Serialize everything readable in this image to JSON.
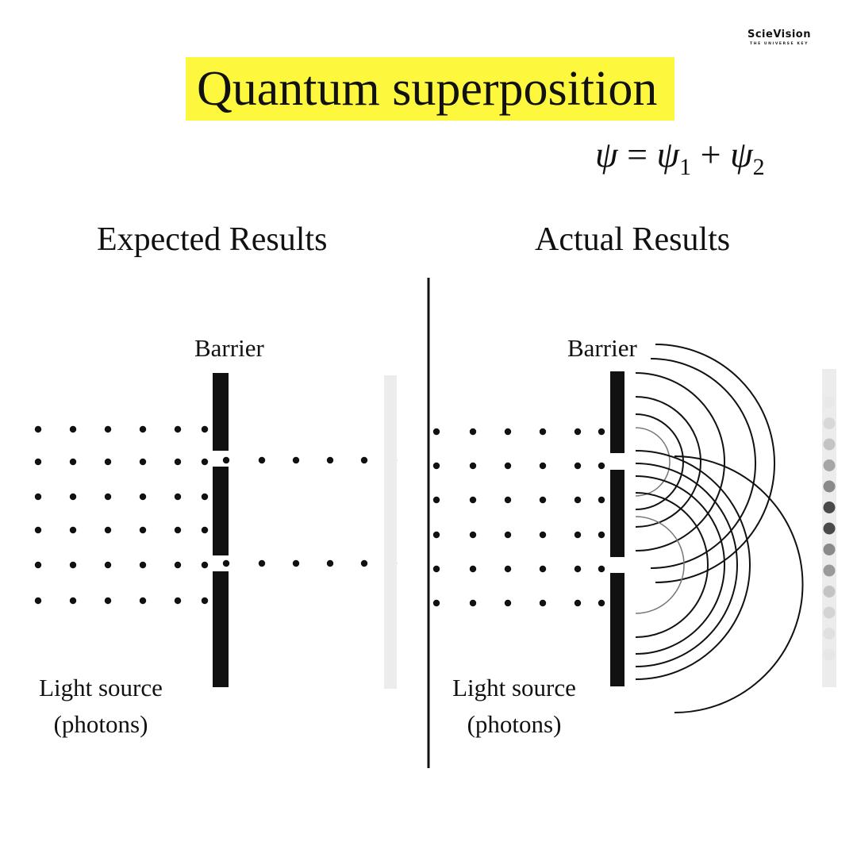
{
  "brand": {
    "name": "ScieVision",
    "tagline": "THE UNIVERSE KEY"
  },
  "title": "Quantum superposition",
  "equation": {
    "lhs": "ψ",
    "eq": "=",
    "term1": "ψ",
    "sub1": "1",
    "plus": "+",
    "term2": "ψ",
    "sub2": "2"
  },
  "expected": {
    "heading": "Expected Results",
    "barrier_label": "Barrier",
    "source_line1": "Light source",
    "source_line2": "(photons)"
  },
  "actual": {
    "heading": "Actual Results",
    "barrier_label": "Barrier",
    "source_line1": "Light source",
    "source_line2": "(photons)"
  },
  "colors": {
    "highlight": "#fdf83d",
    "ink": "#111111",
    "screen": "#ececec"
  },
  "interference_pattern_shades": [
    "#e8e8e8",
    "#d8d8d8",
    "#c4c4c4",
    "#a6a6a6",
    "#8a8a8a",
    "#4a4a4a",
    "#4a4a4a",
    "#8a8a8a",
    "#9a9a9a",
    "#c4c4c4",
    "#d4d4d4",
    "#e0e0e0",
    "#e6e6e6"
  ]
}
